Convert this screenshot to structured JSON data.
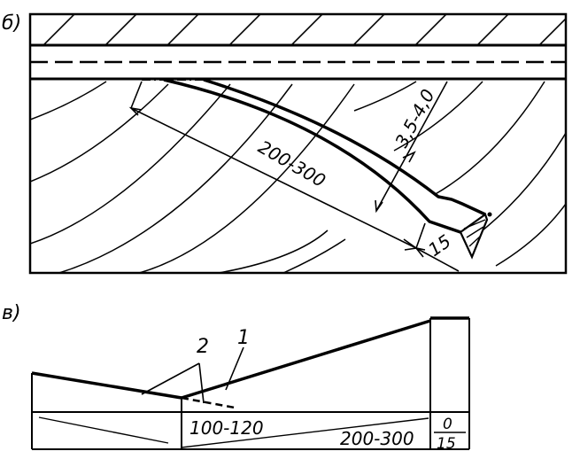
{
  "diagram_b": {
    "panel_label": "б)",
    "dim_length": "200-300",
    "dim_depth": "3,5-4,0",
    "dim_end": "15"
  },
  "diagram_v": {
    "panel_label": "в)",
    "callout_2": "2",
    "callout_1": "1",
    "dim_a": "100-120",
    "dim_b": "200-300",
    "frac_top": "0",
    "frac_bottom": "15"
  }
}
